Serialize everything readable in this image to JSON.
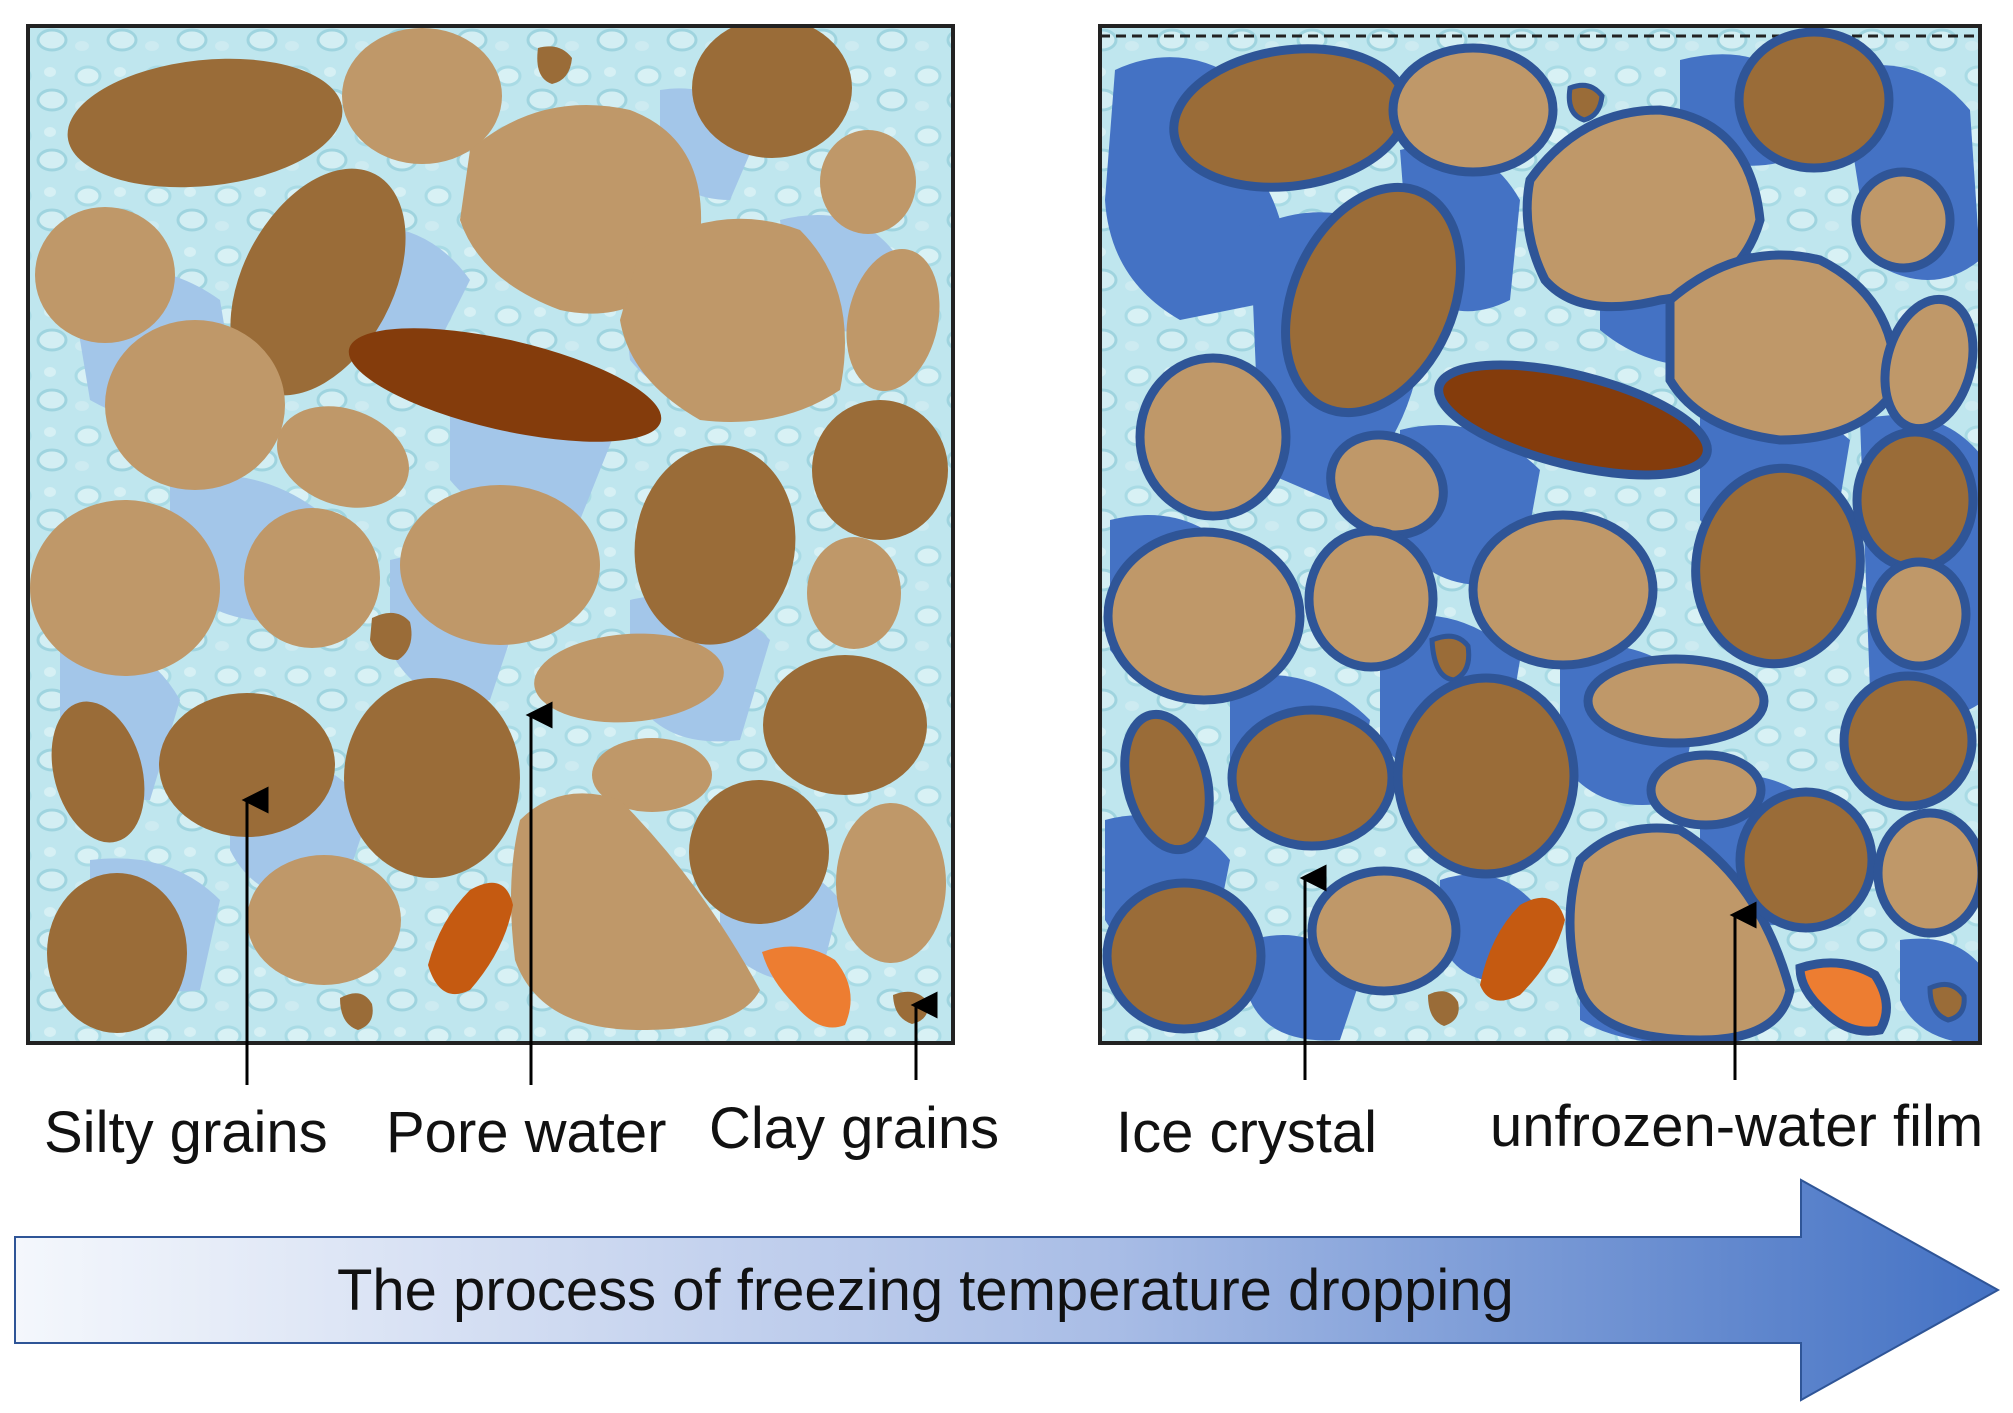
{
  "colors": {
    "background_water": "#bfe6ee",
    "pore_water": "#a3c6e9",
    "ice": "#4472c4",
    "film": "#2f5597",
    "silt_light": "#bf9869",
    "silt_dark": "#9a6c38",
    "clay_dark": "#843c0c",
    "clay_orange": "#c55a11",
    "clay_light": "#ed7d31",
    "arrow_start": "#f4f7fc",
    "arrow_end": "#4472c4"
  },
  "left_panel": {
    "labels": {
      "silty": "Silty grains",
      "pore": "Pore water",
      "clay": "Clay grains"
    }
  },
  "right_panel": {
    "labels": {
      "ice": "Ice crystal",
      "film": "unfrozen-water film"
    }
  },
  "process_arrow": {
    "label": "The process of freezing temperature dropping"
  }
}
